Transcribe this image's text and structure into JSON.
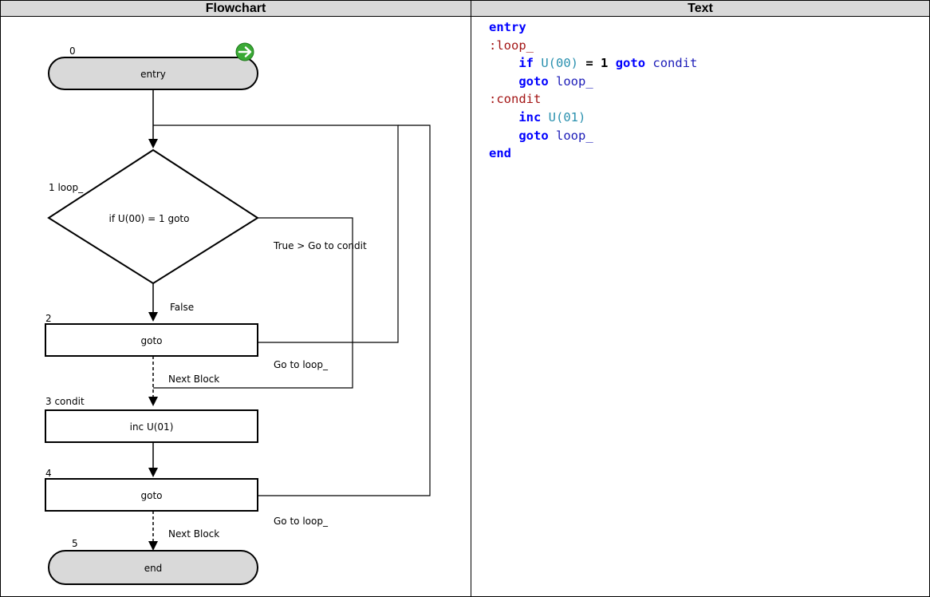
{
  "headers": {
    "flowchart": "Flowchart",
    "text": "Text"
  },
  "flowchart": {
    "nodes": {
      "entry": {
        "number": "0",
        "label": "entry"
      },
      "loop": {
        "number_label": "1 loop_",
        "label": "if U(00) = 1 goto"
      },
      "goto1": {
        "number": "2",
        "label": "goto"
      },
      "condit": {
        "number_label": "3 condit",
        "label": "inc U(01)"
      },
      "goto2": {
        "number": "4",
        "label": "goto"
      },
      "end": {
        "number": "5",
        "label": "end"
      }
    },
    "edges": {
      "true_branch": "True > Go to condit",
      "false_branch": "False",
      "goto1_target": "Go to loop_",
      "goto1_next": "Next Block",
      "goto2_target": "Go to loop_",
      "goto2_next": "Next Block"
    },
    "colors": {
      "terminal_fill": "#d9d9d9",
      "start_icon": "#3aa935"
    },
    "start_icon": "arrow-right-circle-icon"
  },
  "code": {
    "lines": [
      [
        {
          "t": "entry",
          "c": "kw"
        }
      ],
      [
        {
          "t": ":loop_",
          "c": "lbl"
        }
      ],
      [
        {
          "t": "    ",
          "c": ""
        },
        {
          "t": "if",
          "c": "kw"
        },
        {
          "t": " ",
          "c": ""
        },
        {
          "t": "U(00)",
          "c": "fn"
        },
        {
          "t": " = ",
          "c": "num"
        },
        {
          "t": "1",
          "c": "num"
        },
        {
          "t": " ",
          "c": ""
        },
        {
          "t": "goto",
          "c": "kw"
        },
        {
          "t": " condit",
          "c": "id"
        }
      ],
      [
        {
          "t": "    ",
          "c": ""
        },
        {
          "t": "goto",
          "c": "kw"
        },
        {
          "t": " loop_",
          "c": "id"
        }
      ],
      [
        {
          "t": ":condit",
          "c": "lbl"
        }
      ],
      [
        {
          "t": "    ",
          "c": ""
        },
        {
          "t": "inc",
          "c": "kw"
        },
        {
          "t": " ",
          "c": ""
        },
        {
          "t": "U(01)",
          "c": "fn"
        }
      ],
      [
        {
          "t": "    ",
          "c": ""
        },
        {
          "t": "goto",
          "c": "kw"
        },
        {
          "t": " loop_",
          "c": "id"
        }
      ],
      [
        {
          "t": "end",
          "c": "kw"
        }
      ]
    ]
  }
}
